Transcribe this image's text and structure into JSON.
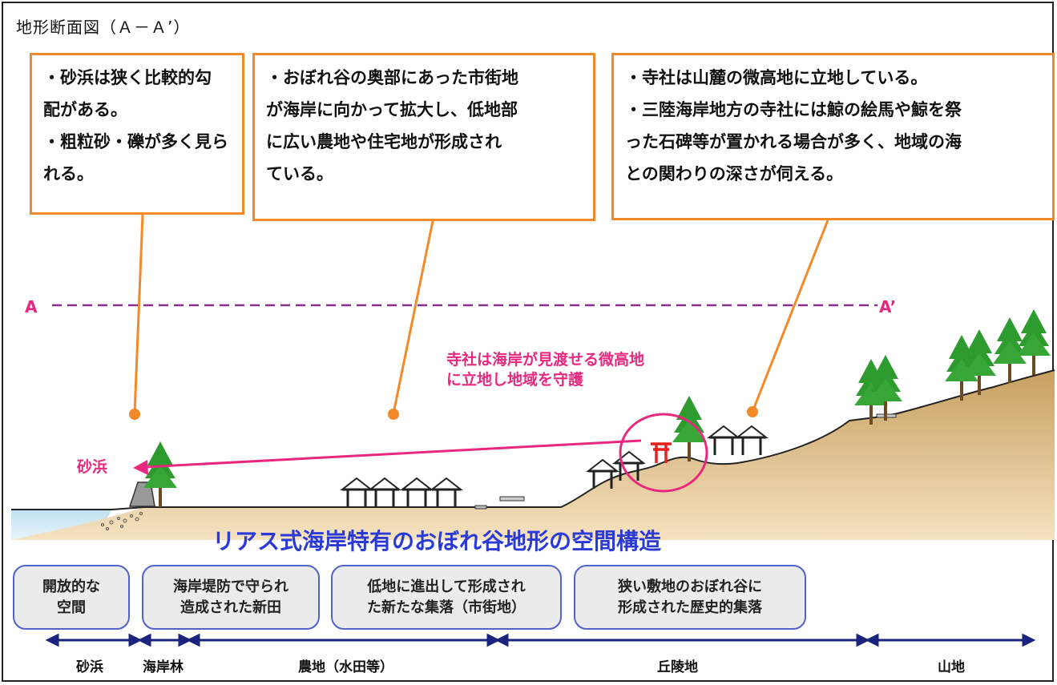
{
  "title": "地形断面図（Ａ－Ａ’）",
  "callouts": [
    {
      "lines": [
        "・砂浜は狭く比較的勾",
        "配がある。",
        "・粗粒砂・礫が多く見ら",
        "れる。"
      ]
    },
    {
      "lines": [
        "・おぼれ谷の奥部にあった市街地",
        "が海岸に向かって拡大し、低地部",
        "に広い農地や住宅地が形成され",
        "ている。"
      ]
    },
    {
      "lines": [
        "・寺社は山麓の微高地に立地している。",
        "・三陸海岸地方の寺社には鯨の絵馬や鯨を祭",
        "った石碑等が置かれる場合が多く、地域の海",
        "との関わりの深さが伺える。"
      ]
    }
  ],
  "section_line": {
    "start_label": "A",
    "end_label": "A’"
  },
  "annotations": {
    "shrine_line1": "寺社は海岸が見渡せる微高地",
    "shrine_line2": "に立地し地域を守護",
    "beach": "砂浜",
    "caption": "リアス式海岸特有のおぼれ谷地形の空間構造"
  },
  "space_types": [
    {
      "line1": "開放的な",
      "line2": "空間"
    },
    {
      "line1": "海岸堤防で守られ",
      "line2": "造成された新田"
    },
    {
      "line1": "低地に進出して形成され",
      "line2": "た新たな集落（市街地）"
    },
    {
      "line1": "狭い敷地のおぼれ谷に",
      "line2": "形成された歴史的集落"
    }
  ],
  "zones": [
    "砂浜",
    "海岸林",
    "農地（水田等）",
    "丘陵地",
    "山地"
  ],
  "colors": {
    "callout_border": "#f28a2a",
    "accent_pink": "#e8287f",
    "caption_blue": "#2a3ad6",
    "box_border": "#4f63c9",
    "arrow_navy": "#1a237e",
    "ground": "#c8a060",
    "sea": "#bfe0f2",
    "tree_green": "#2e9b2e",
    "shrine_red": "#e8201c"
  }
}
